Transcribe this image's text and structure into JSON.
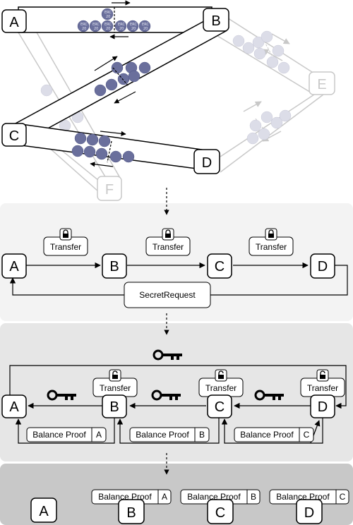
{
  "nodes": {
    "a": "A",
    "b": "B",
    "c": "C",
    "d": "D",
    "e": "E",
    "f": "F"
  },
  "coin_label": {
    "line1": "ERC",
    "line2": "20"
  },
  "phase2": {
    "transfer_1": "Transfer",
    "transfer_2": "Transfer",
    "transfer_3": "Transfer",
    "secret_request": "SecretRequest"
  },
  "phase3": {
    "transfer_1": "Transfer",
    "transfer_2": "Transfer",
    "transfer_3": "Transfer",
    "proof_ab_text": "Balance Proof",
    "proof_ab_tag": "A",
    "proof_bc_text": "Balance Proof",
    "proof_bc_tag": "B",
    "proof_cd_text": "Balance Proof",
    "proof_cd_tag": "C"
  },
  "phase4": {
    "proof_1_text": "Balance Proof",
    "proof_1_tag": "A",
    "proof_2_text": "Balance Proof",
    "proof_2_tag": "B",
    "proof_3_text": "Balance Proof",
    "proof_3_tag": "C"
  },
  "colors": {
    "coin": "#6a6f9c",
    "coin_faded": "#dcdde8",
    "panel_1": "#f3f3f3",
    "panel_2": "#e6e6e6",
    "panel_3": "#c8c8c8",
    "faded_stroke": "#c8c8c8"
  },
  "icons": [
    "lock-closed-icon",
    "lock-open-icon",
    "key-icon",
    "coin-icon"
  ]
}
